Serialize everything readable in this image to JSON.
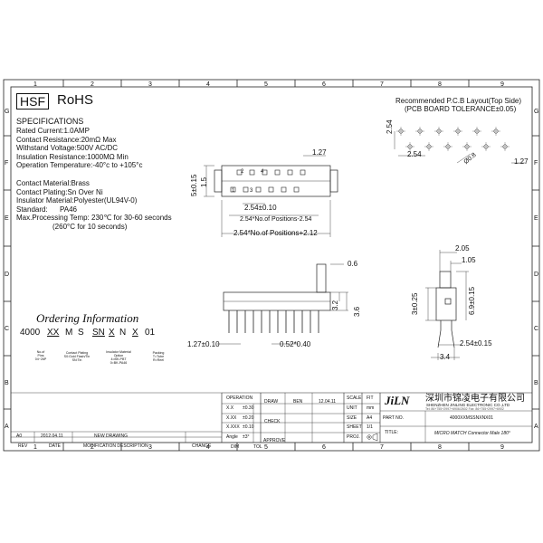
{
  "grid": {
    "cols": [
      "1",
      "2",
      "3",
      "4",
      "5",
      "6",
      "7",
      "8",
      "9"
    ],
    "rows": [
      "G",
      "F",
      "E",
      "D",
      "C",
      "B",
      "A"
    ]
  },
  "header": {
    "hsf": "HSF",
    "rohs": "RoHS"
  },
  "specs": {
    "title": "SPECIFICATIONS",
    "lines": [
      "Rated Current:1.0AMP",
      "Contact Resistance:20mΩ Max",
      "Withstand Voltage:500V AC/DC",
      "Insulation Resistance:1000MΩ Min",
      "Operation Temperature:-40°c to +105°c"
    ],
    "material_lines": [
      "Contact Material:Brass",
      "Contact Plating:Sn Over Ni",
      "Insulator Material:Polyester(UL94V-0)",
      "Standard:      PA46",
      "Max.Processing Temp: 230℃ for 30-60 seconds",
      "                  (260°C for 10 seconds)"
    ]
  },
  "ordering": {
    "title": "Ordering Information",
    "code": [
      "4000",
      "XX",
      "M",
      "S",
      "SN",
      "X",
      "N",
      "X",
      "01"
    ],
    "notes": {
      "pins": "No.of\nPins\n04~26P",
      "plating": "Contact Plating\nS0:Gold Flash/Tin\nSN:Tin",
      "insulator": "Insulator Material\nOption\n4=BK-PBT\n0=BK-PA46",
      "packing": "Packing\nT=Tube\nR=Reel"
    }
  },
  "pcb": {
    "title1": "Recommended P.C.B Layout(Top Side)",
    "title2": "(PCB BOARD TOLERANCE±0.05)",
    "dim_254_v": "2.54",
    "dim_254_h": "2.54",
    "dim_127": "1.27",
    "dim_hole": "Ø0.8"
  },
  "top_view": {
    "dim_127": "1.27",
    "dim_5": "5±0.15",
    "dim_15": "1.5",
    "dim_254": "2.54±0.10",
    "dim_pos": "2.54*No.of Positions-2.54",
    "dim_total": "2.54*No.of Positions+2.12",
    "pin_labels": [
      "2",
      "4",
      "1",
      "3"
    ]
  },
  "front_view": {
    "dim_06": "0.6",
    "dim_32": "3.2",
    "dim_36": "3.6",
    "dim_127": "1.27±0.10",
    "dim_052": "0.52*0.40"
  },
  "side_view": {
    "dim_205": "2.05",
    "dim_105": "1.05",
    "dim_3": "3±0.25",
    "dim_69": "6.9±0.15",
    "dim_254": "2.54±0.15",
    "dim_34": "3.4"
  },
  "title_block": {
    "operation": "OPERATION",
    "draw": "DRAW",
    "draw_by": "BEN",
    "draw_date": "12.04.11",
    "scale_label": "SCALE",
    "scale_value": "FIT",
    "tol_rows": [
      {
        "k": "X.X",
        "v": "±0.30"
      },
      {
        "k": "X.XX",
        "v": "±0.20"
      },
      {
        "k": "X.XXX",
        "v": "±0.10"
      },
      {
        "k": "Angle",
        "v": "±3°"
      }
    ],
    "check": "CHECK",
    "approve": "APPROVE",
    "dim": "DIM",
    "tol": "TOL",
    "unit_label": "UNIT",
    "unit_value": "mm",
    "size_label": "SIZE",
    "size_value": "A4",
    "sheet_label": "SHEET",
    "sheet_value": "1/1",
    "proj_label": "PROJ.",
    "company_logo": "JiLN",
    "company_cn": "深圳市锦凌电子有限公司",
    "company_en": "SHENZHEN JINLING ELECTRONIC CO.,LTD",
    "company_tel": "Tel: 86+755+2997+6906/2602    Fax: 86+755+2997+6902",
    "part_no_label": "PART NO.",
    "part_no": "4000XXMSSNXNX01",
    "title_label": "TITLE:",
    "title_value": "MICRO MATCH Connector Male 180°"
  },
  "revision": {
    "ao": "A0",
    "date": "2012.04.11",
    "desc": "NEW DRAWING",
    "headers": [
      "REV",
      "DATE",
      "MODIFICATION DESCRIPTION",
      "CHANGE"
    ]
  }
}
